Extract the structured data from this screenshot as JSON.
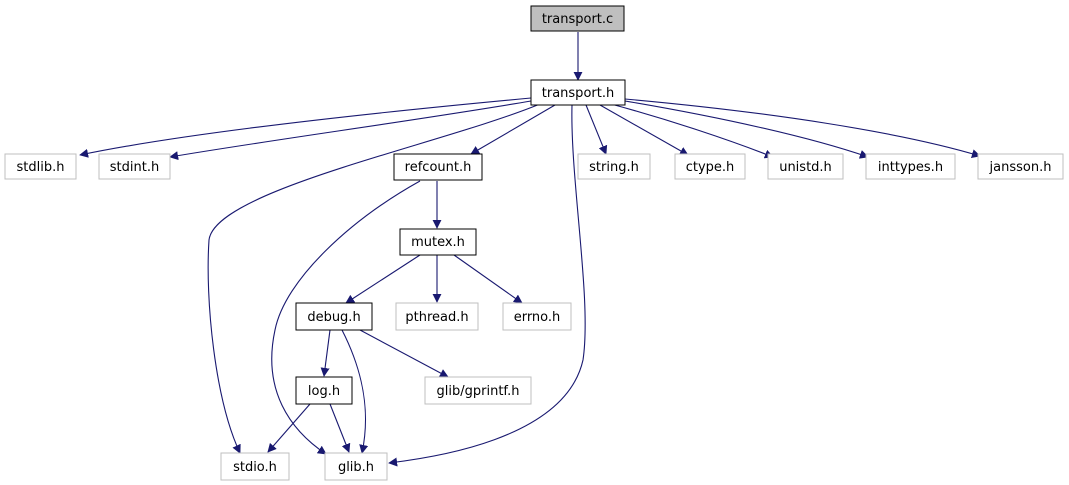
{
  "graph": {
    "title": "",
    "colors": {
      "edge": "#191970",
      "root_fill": "#bfbfbf",
      "node_border": "#000000",
      "external_border": "#bfbfbf",
      "text": "#000000"
    },
    "nodes": {
      "transport_c": {
        "label": "transport.c",
        "kind": "root"
      },
      "transport_h": {
        "label": "transport.h",
        "kind": "local"
      },
      "stdlib_h": {
        "label": "stdlib.h",
        "kind": "external"
      },
      "stdint_h": {
        "label": "stdint.h",
        "kind": "external"
      },
      "refcount_h": {
        "label": "refcount.h",
        "kind": "local"
      },
      "string_h": {
        "label": "string.h",
        "kind": "external"
      },
      "ctype_h": {
        "label": "ctype.h",
        "kind": "external"
      },
      "unistd_h": {
        "label": "unistd.h",
        "kind": "external"
      },
      "inttypes_h": {
        "label": "inttypes.h",
        "kind": "external"
      },
      "jansson_h": {
        "label": "jansson.h",
        "kind": "external"
      },
      "mutex_h": {
        "label": "mutex.h",
        "kind": "local"
      },
      "debug_h": {
        "label": "debug.h",
        "kind": "local"
      },
      "pthread_h": {
        "label": "pthread.h",
        "kind": "external"
      },
      "errno_h": {
        "label": "errno.h",
        "kind": "external"
      },
      "log_h": {
        "label": "log.h",
        "kind": "local"
      },
      "glib_gprintf_h": {
        "label": "glib/gprintf.h",
        "kind": "external"
      },
      "stdio_h": {
        "label": "stdio.h",
        "kind": "external"
      },
      "glib_h": {
        "label": "glib.h",
        "kind": "external"
      }
    },
    "edges": [
      [
        "transport_c",
        "transport_h"
      ],
      [
        "transport_h",
        "stdlib_h"
      ],
      [
        "transport_h",
        "stdint_h"
      ],
      [
        "transport_h",
        "stdio_h"
      ],
      [
        "transport_h",
        "refcount_h"
      ],
      [
        "transport_h",
        "glib_h"
      ],
      [
        "transport_h",
        "string_h"
      ],
      [
        "transport_h",
        "ctype_h"
      ],
      [
        "transport_h",
        "unistd_h"
      ],
      [
        "transport_h",
        "inttypes_h"
      ],
      [
        "transport_h",
        "jansson_h"
      ],
      [
        "refcount_h",
        "mutex_h"
      ],
      [
        "refcount_h",
        "glib_h"
      ],
      [
        "mutex_h",
        "debug_h"
      ],
      [
        "mutex_h",
        "pthread_h"
      ],
      [
        "mutex_h",
        "errno_h"
      ],
      [
        "debug_h",
        "log_h"
      ],
      [
        "debug_h",
        "glib_gprintf_h"
      ],
      [
        "debug_h",
        "glib_h"
      ],
      [
        "log_h",
        "stdio_h"
      ],
      [
        "log_h",
        "glib_h"
      ]
    ]
  }
}
